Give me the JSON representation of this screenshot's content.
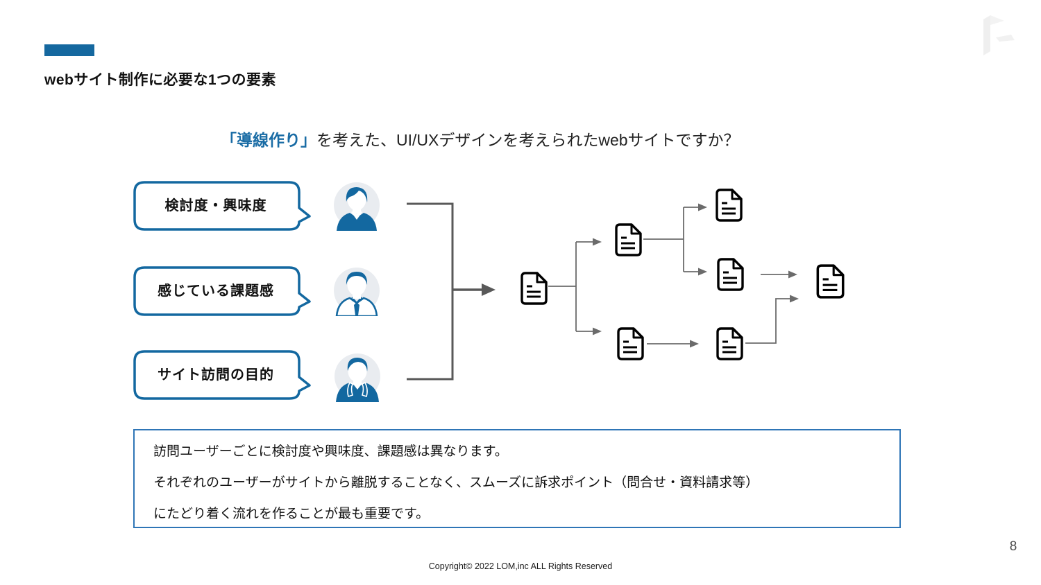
{
  "title": {
    "text": "webサイト制作に必要な1つの要素"
  },
  "lead": {
    "highlight": "「導線作り」",
    "rest": "を考えた、UI/UXデザインを考えられたwebサイトですか？"
  },
  "bubbles": [
    {
      "label": "検討度・興味度",
      "persona_icon": "young-man-icon"
    },
    {
      "label": "感じている課題感",
      "persona_icon": "businessman-tie-icon"
    },
    {
      "label": "サイト訪問の目的",
      "persona_icon": "hoodie-user-icon"
    }
  ],
  "diagram": {
    "doc_icon": "document-page-icon",
    "doc_icon_count": 7,
    "merge_bracket": "three user rows merge into one arrow",
    "structure": "entry page branches to two pages; upper page branches to two pages; lower paths converge on final page"
  },
  "note": {
    "lines": [
      "訪問ユーザーごとに検討度や興味度、課題感は異なります。",
      "それぞれのユーザーがサイトから離脱することなく、スムーズに訴求ポイント（問合せ・資料請求等）",
      "にたどり着く流れを作ることが最も重要です。"
    ]
  },
  "page": {
    "number": "8",
    "footer": "Copyright© 2022 LOM,inc ALL Rights Reserved"
  },
  "colors": {
    "accent_blue": "#15689f",
    "highlight_blue": "#1a6ca5",
    "bubble_border_blue": "#1368a0",
    "note_border_blue": "#2e75b6",
    "bracket_gray": "#595959",
    "connector_gray": "#6b6b6b",
    "doc_icon_black": "#000000",
    "persona_circle_bg": "#e9ecf0",
    "page_number_gray": "#4d4d4d"
  }
}
